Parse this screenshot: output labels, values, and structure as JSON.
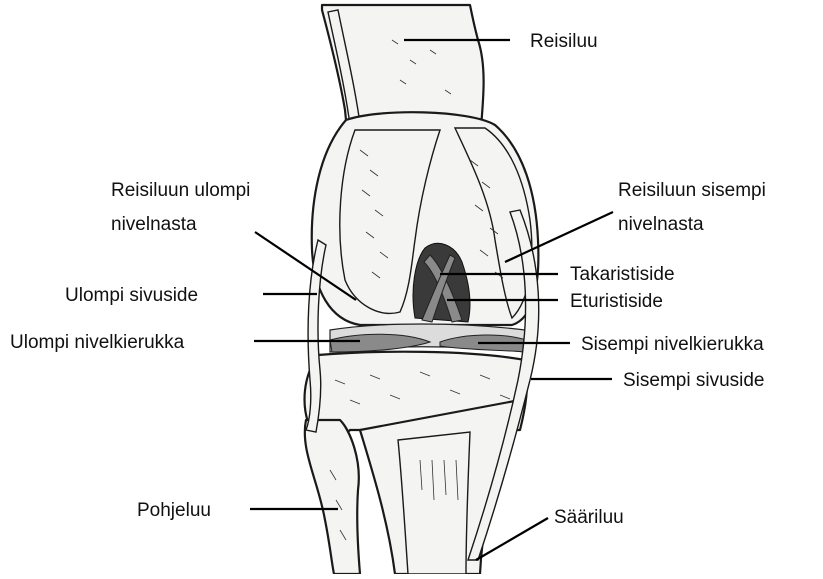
{
  "labels": {
    "reisiluu": "Reisiluu",
    "reisiluun_ulompi_nivelnasta_line1": "Reisiluun ulompi",
    "reisiluun_ulompi_nivelnasta_line2": "nivelnasta",
    "reisiluun_sisempi_nivelnasta_line1": "Reisiluun sisempi",
    "reisiluun_sisempi_nivelnasta_line2": "nivelnasta",
    "takaristiside": "Takaristiside",
    "eturistiside": "Eturistiside",
    "ulompi_sivuside": "Ulompi sivuside",
    "ulompi_nivelkierukka": "Ulompi nivelkierukka",
    "sisempi_nivelkierukka": "Sisempi nivelkierukka",
    "sisempi_sivuside": "Sisempi sivuside",
    "pohjeluu": "Pohjeluu",
    "sääriluu": "Sääriluu"
  }
}
